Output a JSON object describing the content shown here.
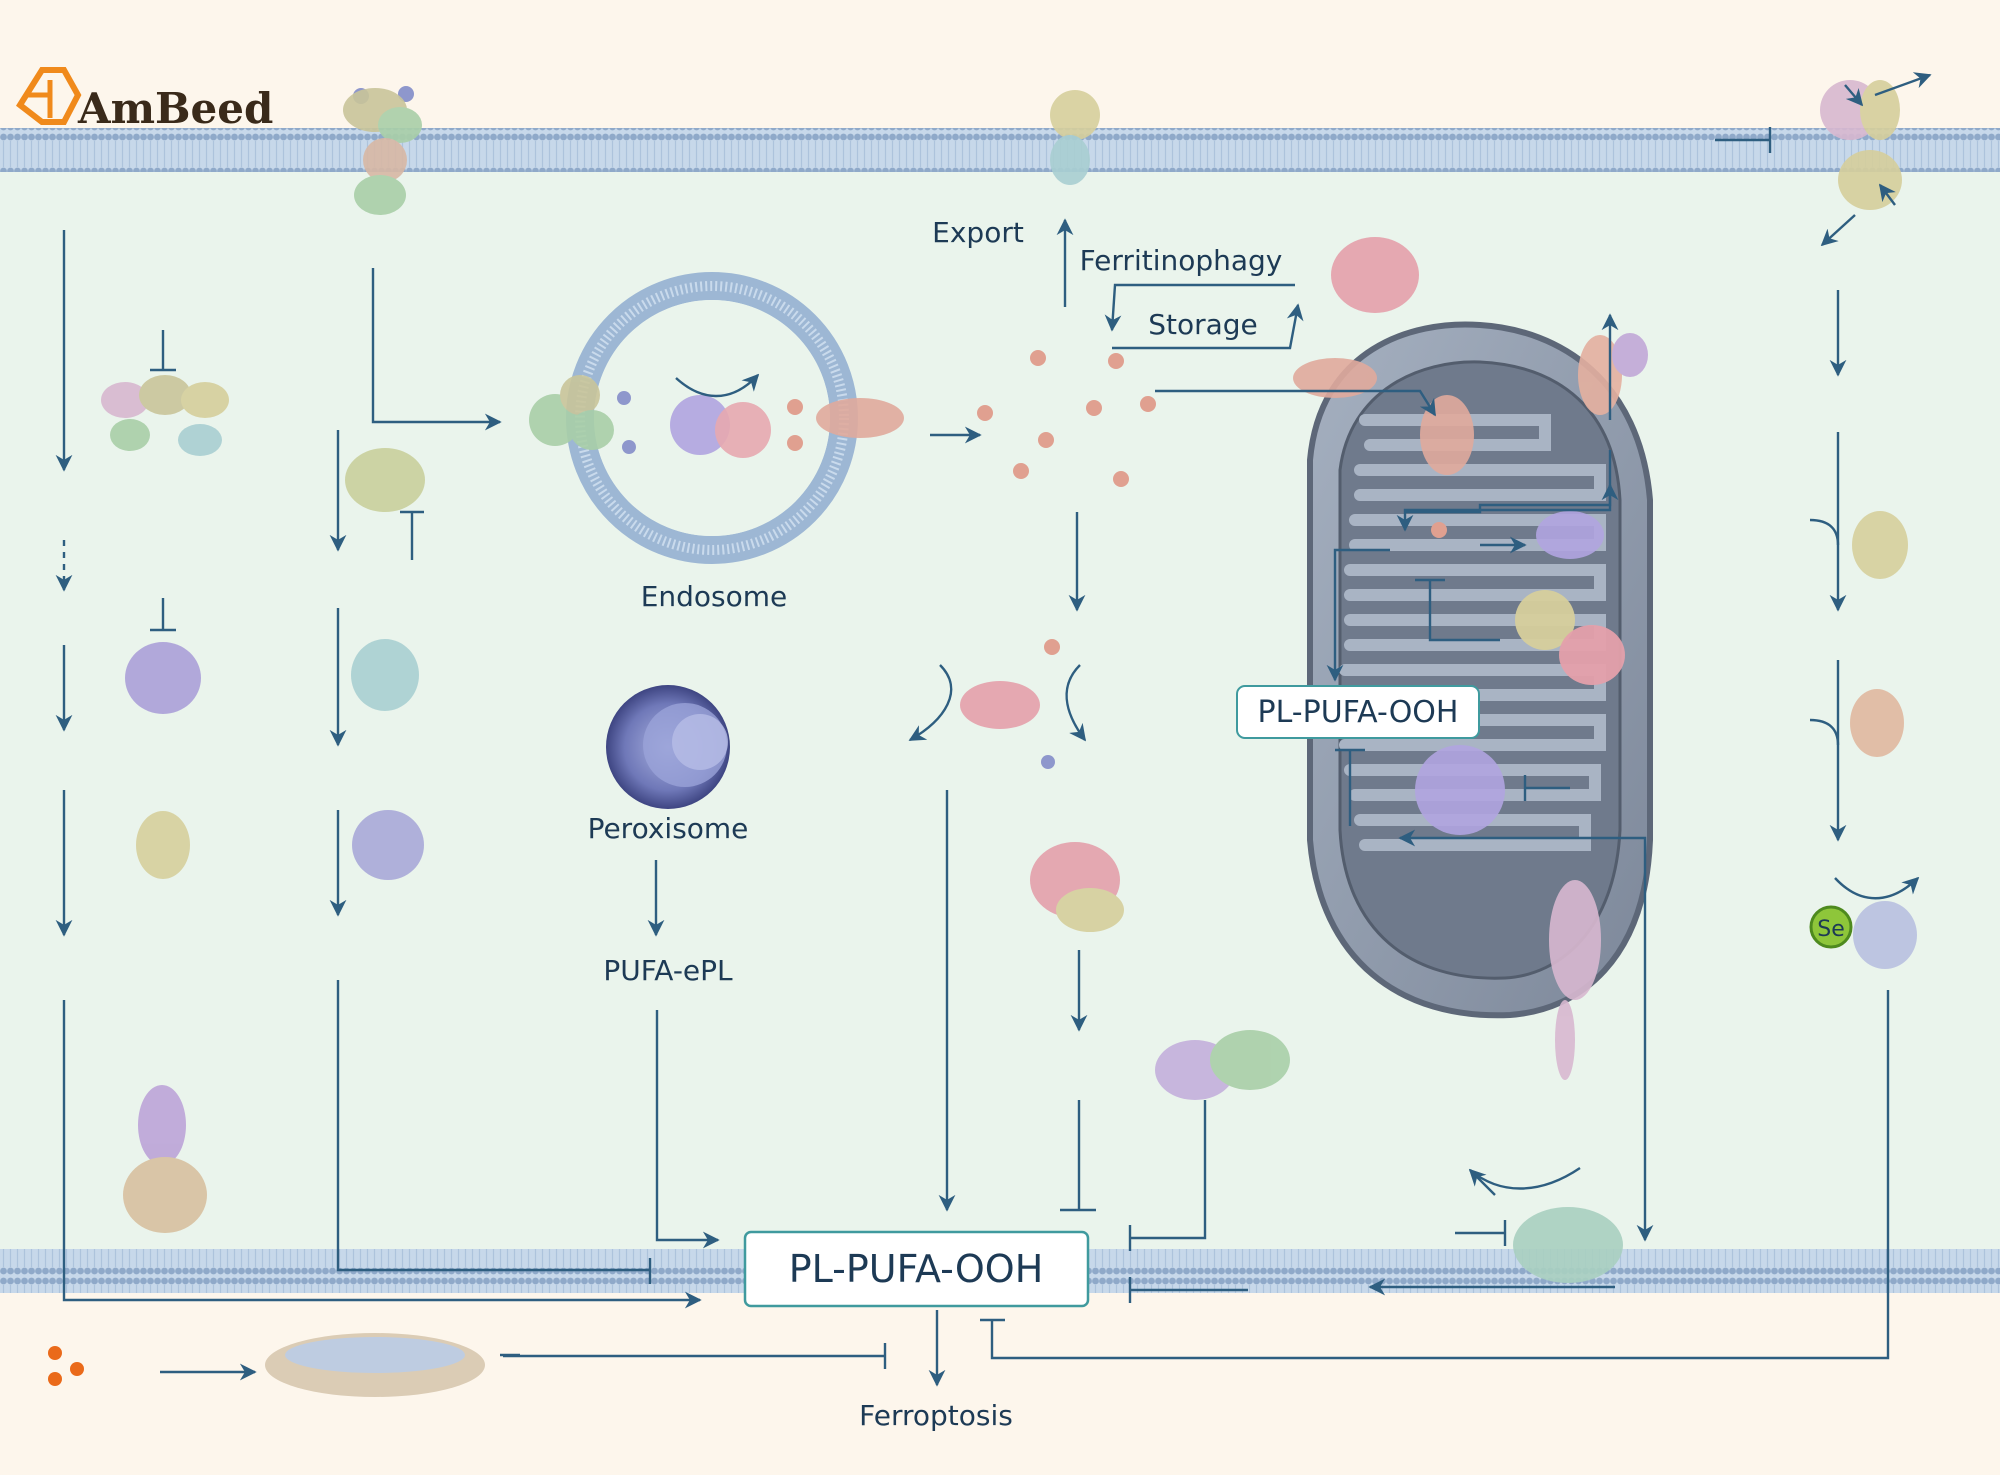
{
  "logo": {
    "text": "AmBeed"
  },
  "labels": {
    "export": "Export",
    "ferritinophagy": "Ferritinophagy",
    "storage": "Storage",
    "endosome": "Endosome",
    "peroxisome": "Peroxisome",
    "pufa_epl": "PUFA-ePL",
    "ferroptosis": "Ferroptosis",
    "selenium": "Se"
  },
  "boxes": {
    "main_plpufa": "PL-PUFA-OOH",
    "mito_plpufa": "PL-PUFA-OOH"
  },
  "colors": {
    "background": "#fdf6ec",
    "cytoplasm": "#eaf4ec",
    "membrane": "#9db7d4",
    "arrow": "#2e5e80",
    "box_border": "#3f9a9e",
    "mitochondrion": "#8f9caf",
    "iron": "#e0a090",
    "logo_orange": "#f08a1c"
  }
}
